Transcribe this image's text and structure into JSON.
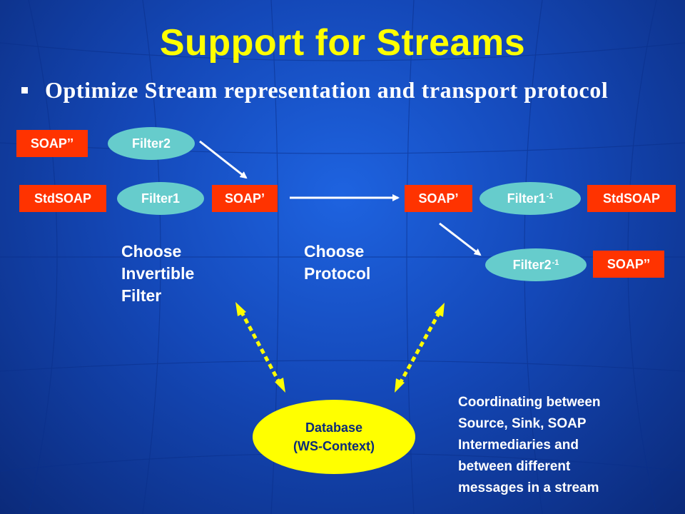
{
  "slide": {
    "title": "Support for Streams",
    "bullet": "Optimize Stream representation and transport protocol"
  },
  "diagram": {
    "left_top_soap": "SOAP’’",
    "filter2": "Filter2",
    "std_soap_left": "StdSOAP",
    "filter1": "Filter1",
    "soap_prime_left": "SOAP’",
    "soap_prime_right": "SOAP’",
    "filter1_inv": "Filter1",
    "filter1_inv_exp": "-1",
    "std_soap_right": "StdSOAP",
    "filter2_inv": "Filter2",
    "filter2_inv_exp": "-1",
    "right_bottom_soap": "SOAP’’",
    "choose_filter": [
      "Choose",
      "Invertible",
      "Filter"
    ],
    "choose_protocol": [
      "Choose",
      "Protocol"
    ],
    "database": [
      "Database",
      "(WS-Context)"
    ],
    "coordinating": [
      "Coordinating between",
      "Source, Sink, SOAP",
      "Intermediaries and",
      "between different",
      "messages in a stream"
    ]
  },
  "colors": {
    "title": "#ffff00",
    "box": "#ff3300",
    "ellipse": "#66cccc",
    "database": "#ffff00",
    "background": "#1448b8"
  }
}
